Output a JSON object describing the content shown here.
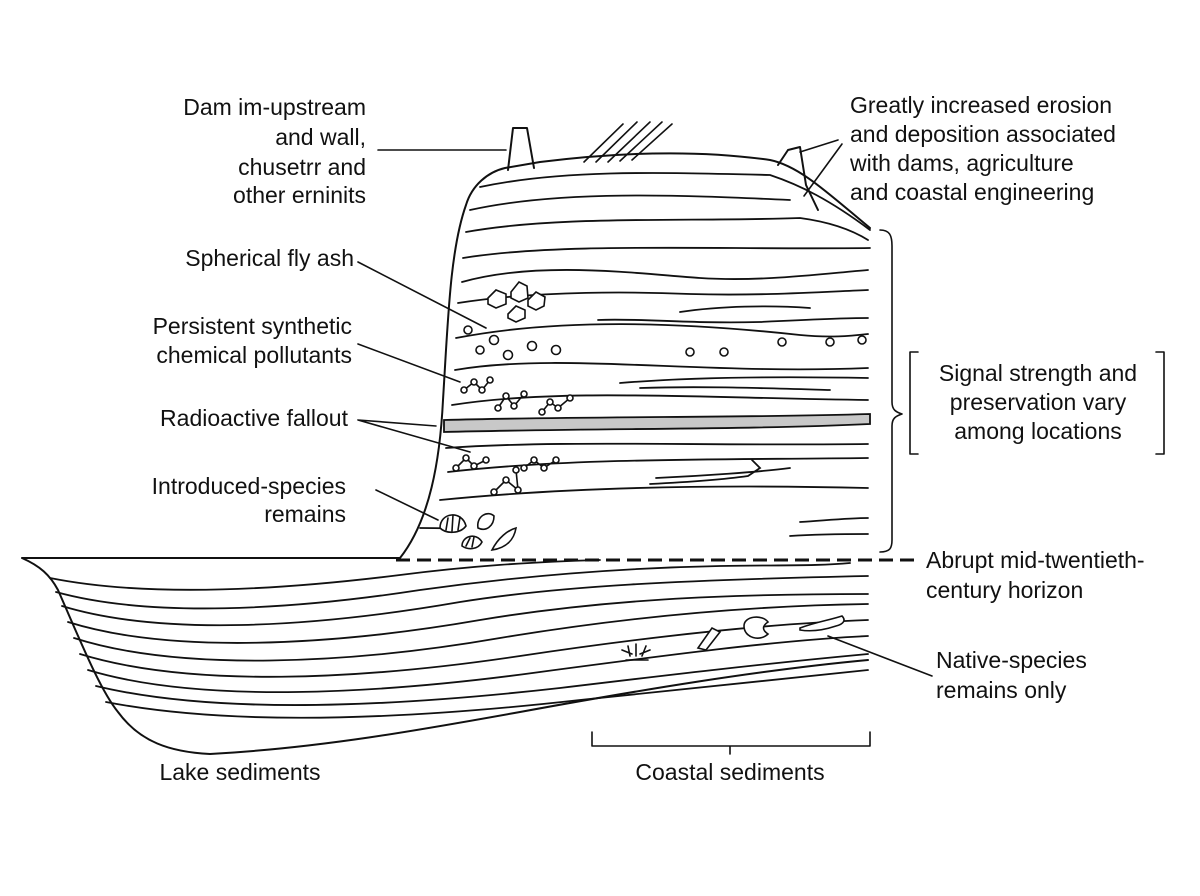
{
  "labels": {
    "dam_line1": "Dam im-upstream",
    "dam_line2": "and wall,",
    "dam_line3": "chusetrr and",
    "dam_line4": "other erninits",
    "erosion_line1": "Greatly increased erosion",
    "erosion_line2": "and deposition associated",
    "erosion_line3": "with dams, agriculture",
    "erosion_line4": "and coastal engineering",
    "fly_ash": "Spherical fly ash",
    "pollutants_line1": "Persistent synthetic",
    "pollutants_line2": "chemical pollutants",
    "fallout": "Radioactive fallout",
    "introduced_line1": "Introduced-species",
    "introduced_line2": "remains",
    "signal_line1": "Signal strength and",
    "signal_line2": "preservation vary",
    "signal_line3": "among locations",
    "horizon_line1": "Abrupt mid-twentieth-",
    "horizon_line2": "century horizon",
    "native_line1": "Native-species",
    "native_line2": "remains only",
    "lake": "Lake sediments",
    "coastal": "Coastal sediments"
  },
  "colors": {
    "ink": "#111111",
    "fallout_band": "#c8c8c8",
    "background": "#ffffff"
  }
}
